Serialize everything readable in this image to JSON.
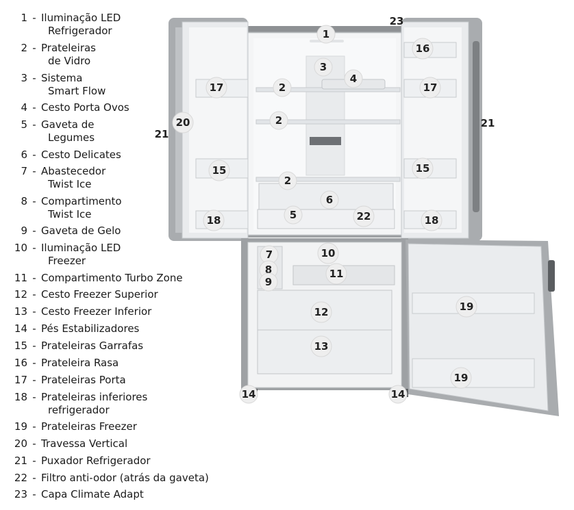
{
  "legend": [
    {
      "num": "1",
      "line1": "Iluminação LED",
      "line2": "Refrigerador"
    },
    {
      "num": "2",
      "line1": "Prateleiras",
      "line2": "de Vidro"
    },
    {
      "num": "3",
      "line1": "Sistema",
      "line2": "Smart Flow"
    },
    {
      "num": "4",
      "line1": "Cesto Porta Ovos",
      "line2": ""
    },
    {
      "num": "5",
      "line1": "Gaveta de",
      "line2": "Legumes"
    },
    {
      "num": "6",
      "line1": "Cesto Delicates",
      "line2": ""
    },
    {
      "num": "7",
      "line1": "Abastecedor",
      "line2": "Twist Ice"
    },
    {
      "num": "8",
      "line1": "Compartimento",
      "line2": "Twist Ice"
    },
    {
      "num": "9",
      "line1": "Gaveta de Gelo",
      "line2": ""
    },
    {
      "num": "10",
      "line1": "Iluminação LED",
      "line2": "Freezer"
    },
    {
      "num": "11",
      "line1": "Compartimento Turbo Zone",
      "line2": ""
    },
    {
      "num": "12",
      "line1": "Cesto Freezer Superior",
      "line2": ""
    },
    {
      "num": "13",
      "line1": "Cesto Freezer Inferior",
      "line2": ""
    },
    {
      "num": "14",
      "line1": "Pés Estabilizadores",
      "line2": ""
    },
    {
      "num": "15",
      "line1": "Prateleiras Garrafas",
      "line2": ""
    },
    {
      "num": "16",
      "line1": "Prateleira Rasa",
      "line2": ""
    },
    {
      "num": "17",
      "line1": "Prateleiras Porta",
      "line2": ""
    },
    {
      "num": "18",
      "line1": "Prateleiras inferiores",
      "line2": "refrigerador"
    },
    {
      "num": "19",
      "line1": "Prateleiras Freezer",
      "line2": ""
    },
    {
      "num": "20",
      "line1": "Travessa Vertical",
      "line2": ""
    },
    {
      "num": "21",
      "line1": "Puxador Refrigerador",
      "line2": ""
    },
    {
      "num": "22",
      "line1": "Filtro anti-odor (atrás da gaveta)",
      "line2": ""
    },
    {
      "num": "23",
      "line1": "Capa Climate Adapt",
      "line2": ""
    }
  ],
  "separator": "-",
  "callouts": {
    "c1": "1",
    "c2a": "2",
    "c2b": "2",
    "c2c": "2",
    "c3": "3",
    "c4": "4",
    "c5": "5",
    "c6": "6",
    "c7": "7",
    "c8": "8",
    "c9": "9",
    "c10": "10",
    "c11": "11",
    "c12": "12",
    "c13": "13",
    "c14a": "14",
    "c14b": "14",
    "c15a": "15",
    "c15b": "15",
    "c16": "16",
    "c17a": "17",
    "c17b": "17",
    "c18a": "18",
    "c18b": "18",
    "c19a": "19",
    "c19b": "19",
    "c20": "20",
    "c21a": "21",
    "c21b": "21",
    "c22": "22",
    "c23": "23"
  },
  "colors": {
    "steel": "#a9acaf",
    "steel_dark": "#7d8083",
    "liner": "#f3f4f5",
    "shelf_edge": "#c9cccf",
    "badge": "#eeeeee"
  }
}
